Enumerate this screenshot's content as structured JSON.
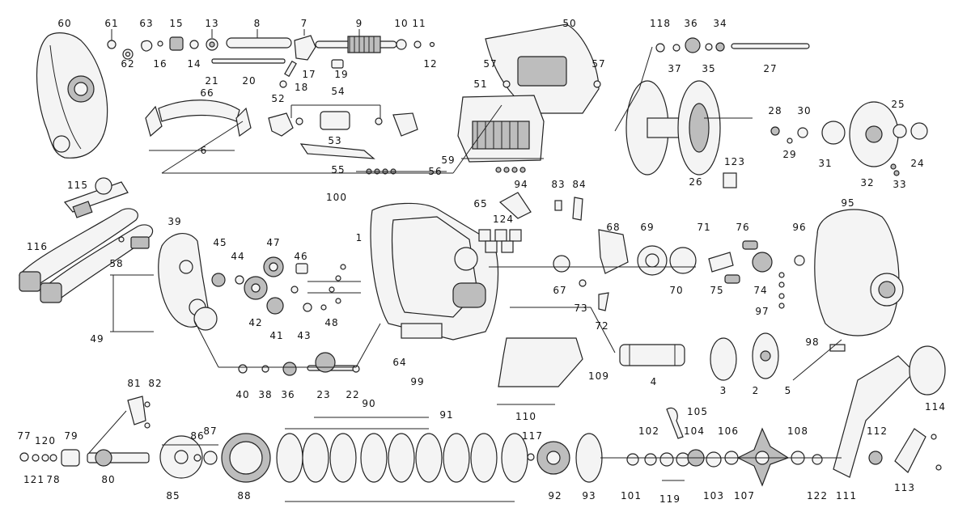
{
  "diagram": {
    "labels": [
      "60",
      "61",
      "62",
      "63",
      "16",
      "15",
      "14",
      "13",
      "8",
      "7",
      "9",
      "10",
      "11",
      "12",
      "21",
      "20",
      "17",
      "18",
      "19",
      "50",
      "57",
      "57",
      "51",
      "52",
      "54",
      "53",
      "55",
      "56",
      "59",
      "66",
      "6",
      "115",
      "116",
      "39",
      "58",
      "45",
      "47",
      "46",
      "44",
      "42",
      "41",
      "43",
      "48",
      "49",
      "40",
      "38",
      "36",
      "23",
      "22",
      "100",
      "65",
      "94",
      "1",
      "124",
      "64",
      "99",
      "83",
      "84",
      "68",
      "69",
      "71",
      "76",
      "96",
      "95",
      "67",
      "73",
      "72",
      "70",
      "75",
      "74",
      "97",
      "98",
      "109",
      "110",
      "4",
      "3",
      "2",
      "5",
      "118",
      "36",
      "34",
      "37",
      "35",
      "27",
      "28",
      "30",
      "29",
      "31",
      "25",
      "24",
      "32",
      "33",
      "123",
      "26",
      "77",
      "121",
      "120",
      "78",
      "79",
      "80",
      "81",
      "82",
      "85",
      "86",
      "87",
      "88",
      "90",
      "91",
      "92",
      "93",
      "117",
      "101",
      "102",
      "105",
      "104",
      "103",
      "119",
      "106",
      "107",
      "108",
      "122",
      "112",
      "111",
      "114",
      "113"
    ]
  }
}
